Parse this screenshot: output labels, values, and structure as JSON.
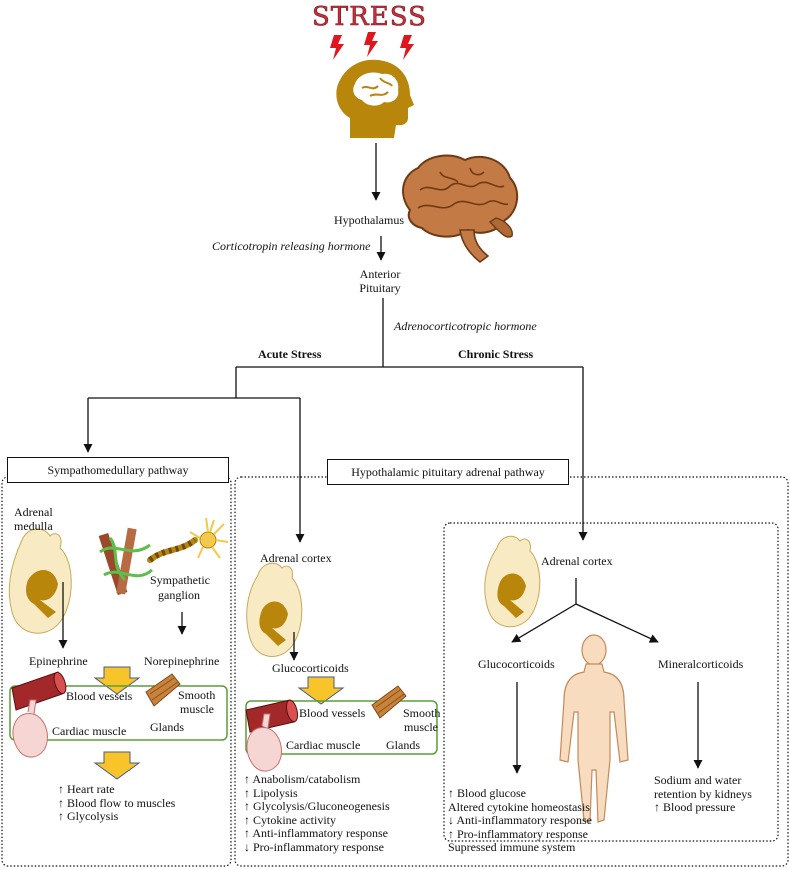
{
  "title": "STRESS",
  "hpa_top": {
    "hypothalamus": "Hypothalamus",
    "crh": "Corticotropin releasing hormone",
    "anterior_pituitary_1": "Anterior",
    "anterior_pituitary_2": "Pituitary",
    "acth": "Adrenocorticotropic hormone",
    "acute": "Acute Stress",
    "chronic": "Chronic Stress"
  },
  "sympatho": {
    "box_label": "Sympathomedullary pathway",
    "adrenal_medulla_1": "Adrenal",
    "adrenal_medulla_2": "medulla",
    "sympathetic_ganglion_1": "Sympathetic",
    "sympathetic_ganglion_2": "ganglion",
    "epinephrine": "Epinephrine",
    "norepinephrine": "Norepinephrine",
    "blood_vessels": "Blood vessels",
    "smooth_muscle_1": "Smooth",
    "smooth_muscle_2": "muscle",
    "cardiac_muscle": "Cardiac muscle",
    "glands": "Glands",
    "effects": [
      "↑ Heart rate",
      "↑ Blood flow to muscles",
      "↑ Glycolysis"
    ]
  },
  "hpa": {
    "box_label": "Hypothalamic pituitary adrenal pathway",
    "adrenal_cortex": "Adrenal cortex",
    "glucocorticoids": "Glucocorticoids",
    "blood_vessels": "Blood vessels",
    "smooth_muscle_1": "Smooth",
    "smooth_muscle_2": "muscle",
    "cardiac_muscle": "Cardiac muscle",
    "glands": "Glands",
    "effects": [
      "↑ Anabolism/catabolism",
      "↑ Lipolysis",
      "↑ Glycolysis/Gluconeogenesis",
      "↑ Cytokine activity",
      "↑ Anti-inflammatory response",
      "↓ Pro-inflammatory response"
    ]
  },
  "chronic": {
    "adrenal_cortex": "Adrenal cortex",
    "glucocorticoids": "Glucocorticoids",
    "mineralcorticoids": "Mineralcorticoids",
    "gluco_effects": [
      "↑ Blood glucose",
      "Altered cytokine homeostasis",
      "↓ Anti-inflammatory response",
      "↑ Pro-inflammatory response",
      "Supressed immune system"
    ],
    "mineral_effects": [
      "Sodium and water",
      "retention by kidneys",
      "↑ Blood pressure"
    ]
  },
  "colors": {
    "head": "#b8860b",
    "brain": "#b96a3a",
    "lightning": "#e0161e",
    "yellow_arrow": "#f7c52a",
    "green_box": "#5a9e3a",
    "kidney": "#b8860b"
  }
}
